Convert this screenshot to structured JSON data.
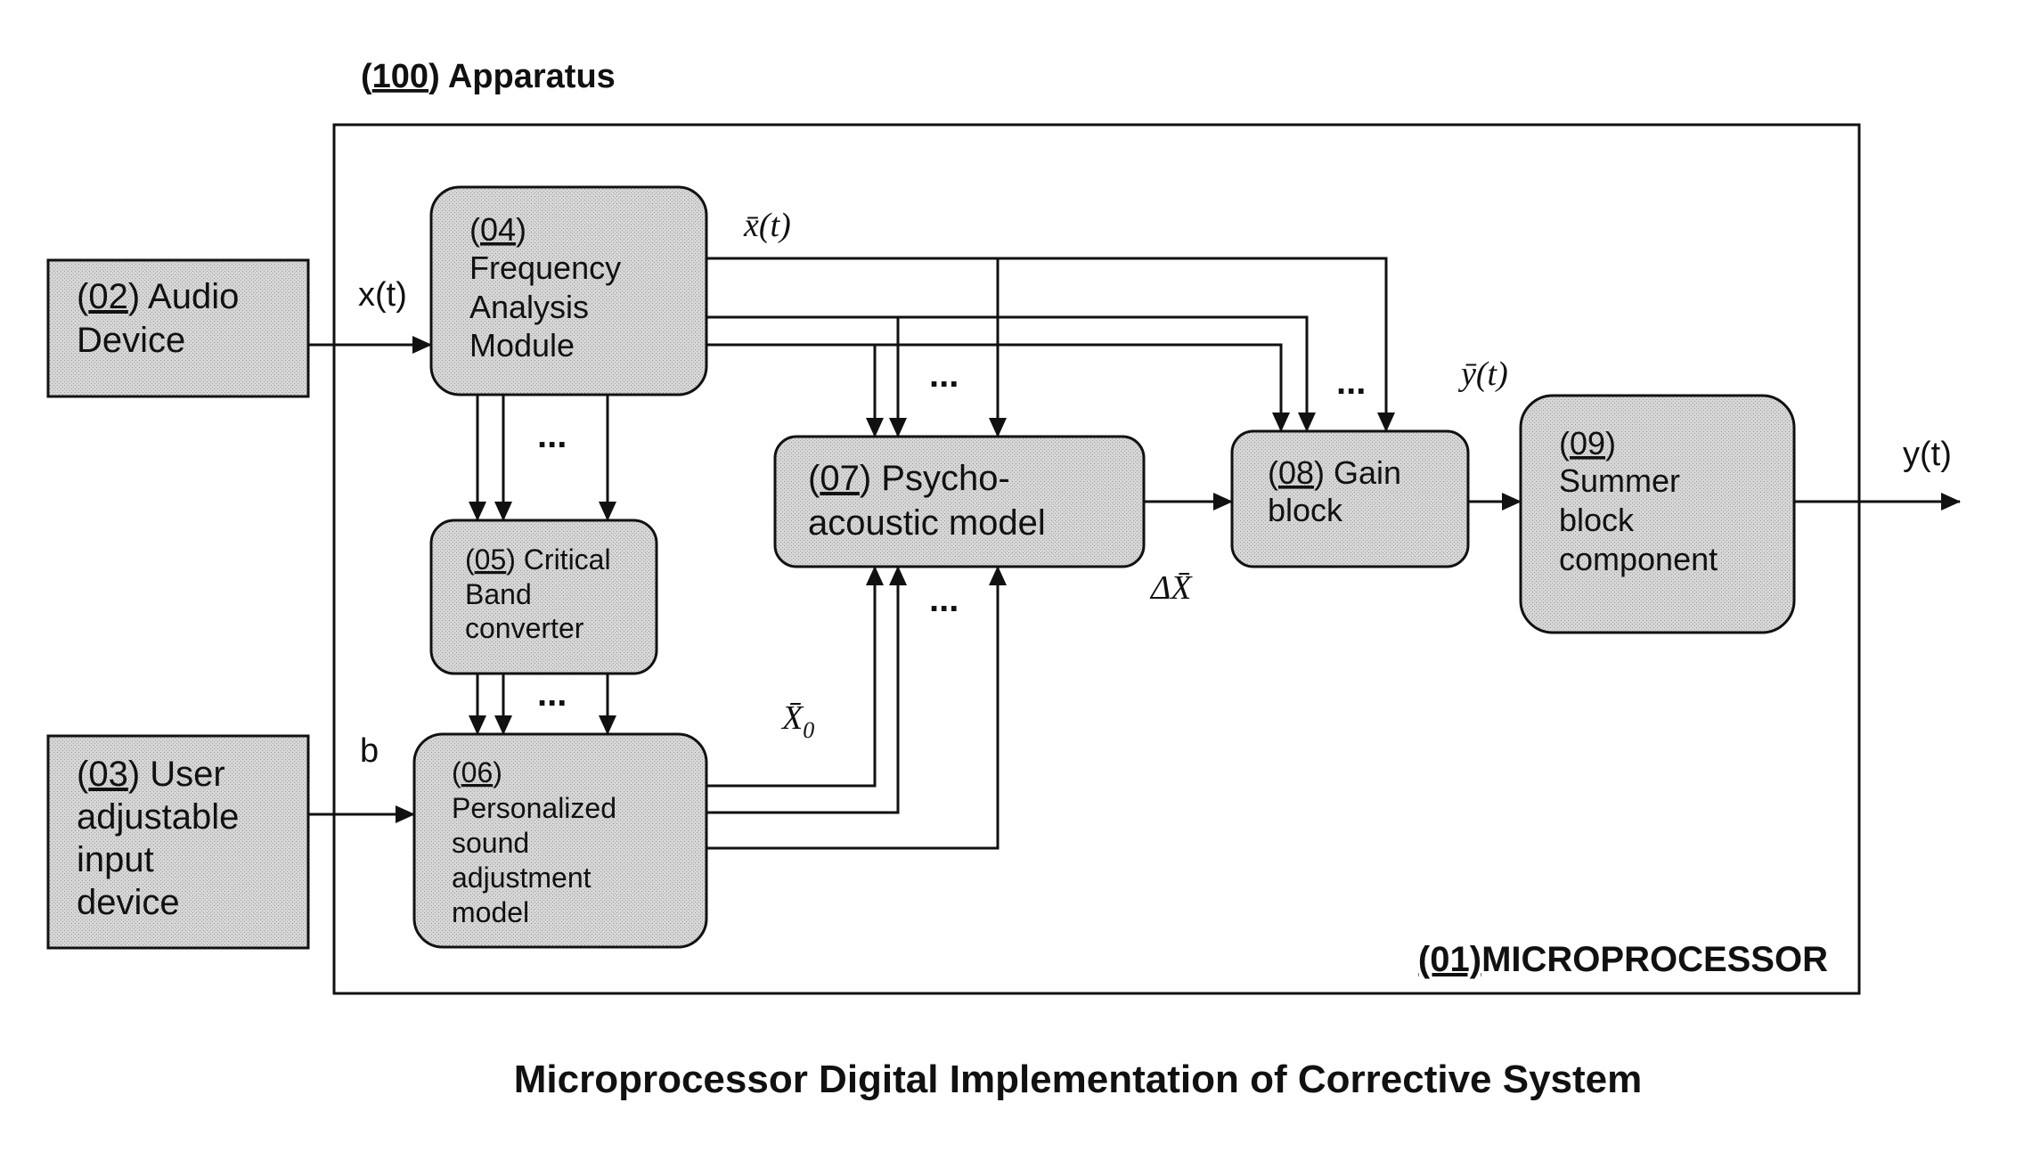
{
  "apparatus": {
    "num": "100",
    "label": " Apparatus"
  },
  "microprocessor": {
    "num": "(01)",
    "label": "MICROPROCESSOR"
  },
  "caption": "Microprocessor Digital Implementation of Corrective System",
  "blocks": {
    "audio_device": {
      "num": "02",
      "line1": ") Audio",
      "line2": "Device"
    },
    "user_input": {
      "num": "03",
      "line1": ") User",
      "line2": "adjustable",
      "line3": "input",
      "line4": "device"
    },
    "freq_analysis": {
      "num": "04",
      "line1": "Frequency",
      "line2": "Analysis",
      "line3": "Module"
    },
    "critical_band": {
      "num": "05",
      "line1": ") Critical",
      "line2": "Band",
      "line3": "converter"
    },
    "personalized": {
      "num": "06",
      "line1": "Personalized",
      "line2": "sound",
      "line3": "adjustment",
      "line4": "model"
    },
    "psychoacoustic": {
      "num": "07",
      "line1": ") Psycho-",
      "line2": "acoustic model"
    },
    "gain": {
      "num": "08",
      "line1": ") Gain",
      "line2": "block"
    },
    "summer": {
      "num": "09",
      "line1": "Summer",
      "line2": "block",
      "line3": "component"
    }
  },
  "signals": {
    "x_t": "x(t)",
    "xbar_t": "x̄(t)",
    "ybar_t": "ȳ(t)",
    "y_t": "y(t)",
    "b": "b",
    "delta_x": "ΔX̄",
    "x0": "X̄",
    "x0_sub": "0",
    "ellipsis": "..."
  },
  "colors": {
    "block_fill": "#d9d9d9",
    "line": "#111111"
  }
}
